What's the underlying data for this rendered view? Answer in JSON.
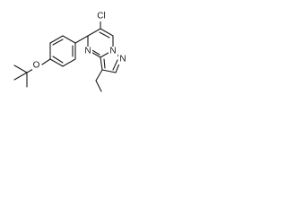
{
  "molecule": {
    "atom_labels": {
      "chlorine": "Cl",
      "oxygen": "O",
      "ring_nitrogen_1": "N",
      "ring_nitrogen_2": "N",
      "ring_nitrogen_3": "N"
    }
  }
}
